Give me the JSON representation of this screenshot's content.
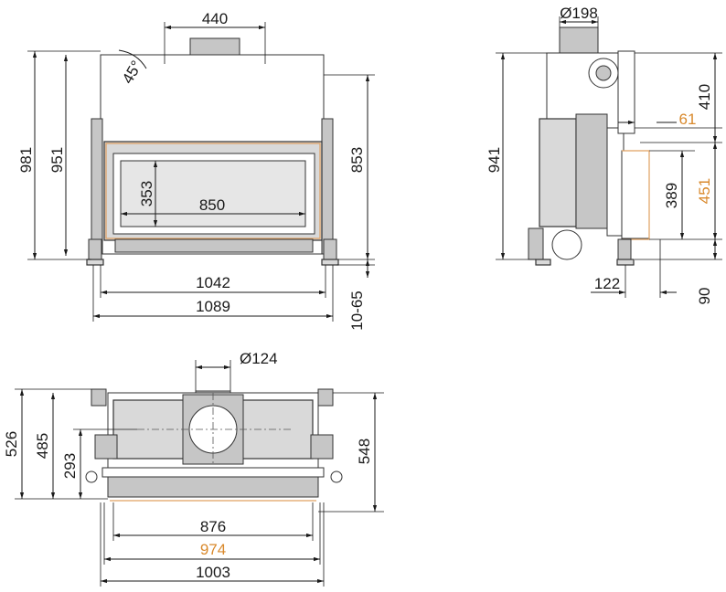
{
  "front_view": {
    "flue_width": "440",
    "hood_angle": "45°",
    "total_height": "981",
    "body_height": "951",
    "height_to_top": "853",
    "glass_height": "353",
    "glass_width": "850",
    "base_width": "1042",
    "total_width": "1089",
    "leg_adjust": "10-65"
  },
  "side_view": {
    "flue_diameter": "Ø198",
    "total_height": "941",
    "top_offset": "410",
    "depth_step": "61",
    "inner_height": "389",
    "opening_height": "451",
    "leg_depth": "122",
    "base_height": "90"
  },
  "top_view": {
    "flue_diameter": "Ø124",
    "total_depth": "526",
    "body_depth": "485",
    "center_depth": "293",
    "side_depth": "548",
    "inner_width": "876",
    "opening_width": "974",
    "total_width": "1003"
  },
  "colors": {
    "line": "#1a1a1a",
    "body_fill": "#d9d9d9",
    "accent_orange": "#d9892c"
  }
}
